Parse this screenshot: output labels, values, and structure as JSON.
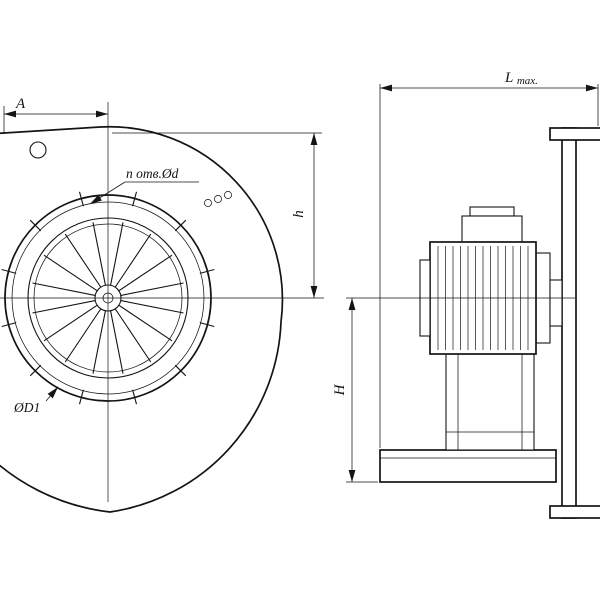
{
  "drawing": {
    "front_view": {
      "dim_a_label": "A",
      "holes_label": "n отв.Ød",
      "dim_h_label": "h",
      "dim_d1_label": "ØD1"
    },
    "side_view": {
      "dim_l_main": "L",
      "dim_l_sub": "max.",
      "dim_h_label": "H"
    }
  },
  "colors": {
    "line": "#141414",
    "background": "#ffffff"
  }
}
